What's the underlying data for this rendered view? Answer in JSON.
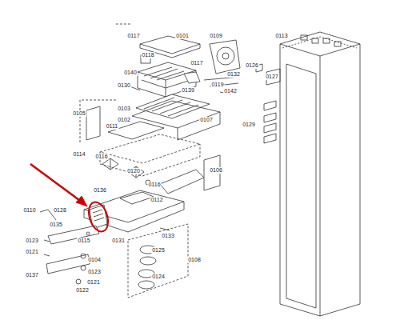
{
  "diagram": {
    "labels": [
      "0117",
      "0101",
      "0109",
      "0113",
      "0118",
      "0117",
      "0140",
      "0126",
      "0132",
      "0127",
      "0130",
      "0139",
      "0119",
      "0142",
      "0103",
      "0102",
      "0105",
      "0107",
      "0129",
      "0111",
      "0114",
      "0116",
      "0120",
      "0116",
      "0106",
      "0112",
      "0136",
      "0110",
      "0128",
      "0135",
      "0133",
      "0123",
      "0115",
      "0131",
      "0108",
      "0121",
      "0104",
      "0125",
      "0123",
      "0137",
      "0121",
      "0124",
      "0122"
    ]
  }
}
